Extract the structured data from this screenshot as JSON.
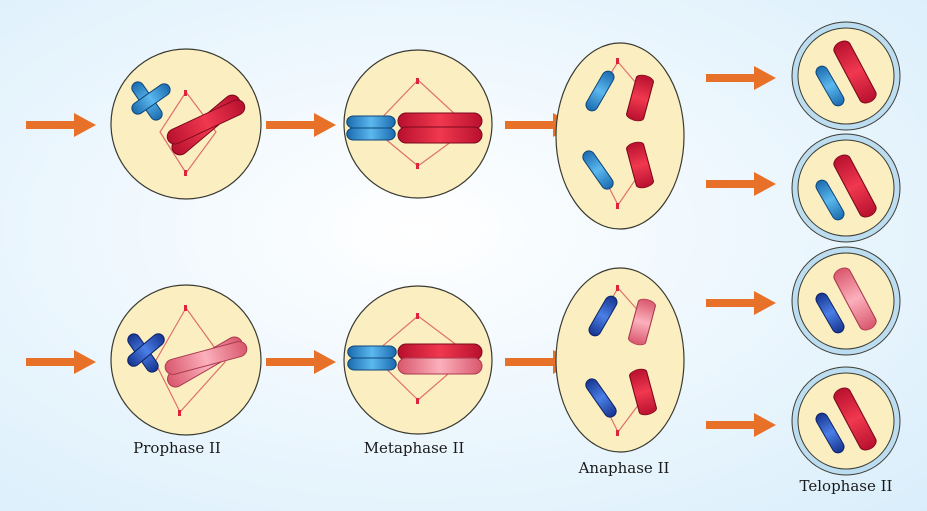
{
  "diagram": {
    "stages": [
      {
        "id": "prophase",
        "label": "Prophase II"
      },
      {
        "id": "metaphase",
        "label": "Metaphase II"
      },
      {
        "id": "anaphase",
        "label": "Anaphase II"
      },
      {
        "id": "telophase",
        "label": "Telophase II"
      }
    ],
    "colors": {
      "arrow": "#e8712a",
      "cell_fill": "#fbefc1",
      "cell_stroke": "#3a3a32",
      "spindle": "#e0706a",
      "chromosome_red": "#e0233d",
      "chromosome_pink": "#ef6f83",
      "chromosome_light_blue": "#2f8fd0",
      "chromosome_dark_blue": "#1f4fbf",
      "telophase_ring": "#bcdcef"
    }
  }
}
